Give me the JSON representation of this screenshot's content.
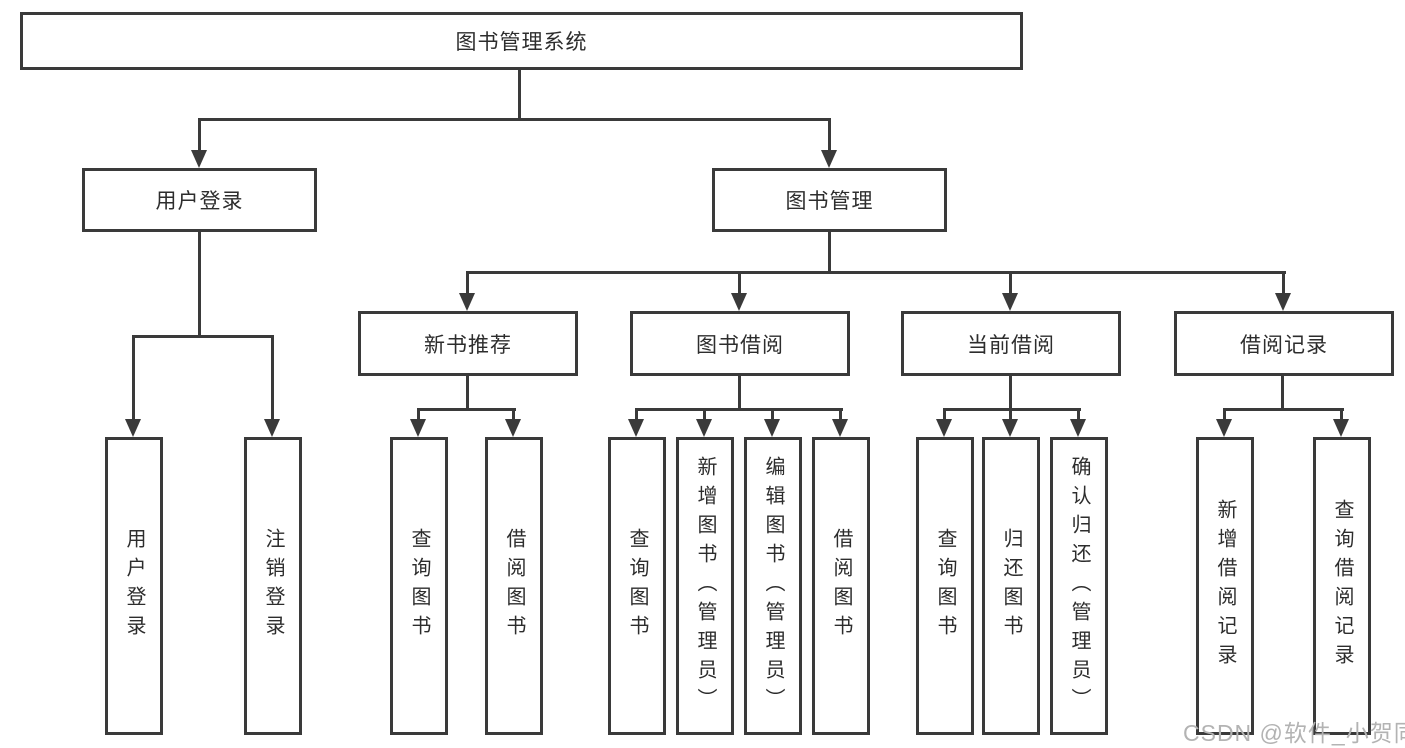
{
  "tree": {
    "root": {
      "label": "图书管理系统"
    },
    "branches": [
      {
        "label": "用户登录",
        "children": [
          {
            "label": "用户登录"
          },
          {
            "label": "注销登录"
          }
        ]
      },
      {
        "label": "图书管理",
        "children": [
          {
            "label": "新书推荐",
            "children": [
              {
                "label": "查询图书"
              },
              {
                "label": "借阅图书"
              }
            ]
          },
          {
            "label": "图书借阅",
            "children": [
              {
                "label": "查询图书"
              },
              {
                "label": "新增图书（管理员）"
              },
              {
                "label": "编辑图书（管理员）"
              },
              {
                "label": "借阅图书"
              }
            ]
          },
          {
            "label": "当前借阅",
            "children": [
              {
                "label": "查询图书"
              },
              {
                "label": "归还图书"
              },
              {
                "label": "确认归还（管理员）"
              }
            ]
          },
          {
            "label": "借阅记录",
            "children": [
              {
                "label": "新增借阅记录"
              },
              {
                "label": "查询借阅记录"
              }
            ]
          }
        ]
      }
    ]
  },
  "watermark": {
    "text": "CSDN @软件_小贺同学"
  },
  "colors": {
    "line": "#3a3a3a",
    "text": "#2d2d2d",
    "background": "#ffffff",
    "watermark": "#b3b3b3"
  }
}
